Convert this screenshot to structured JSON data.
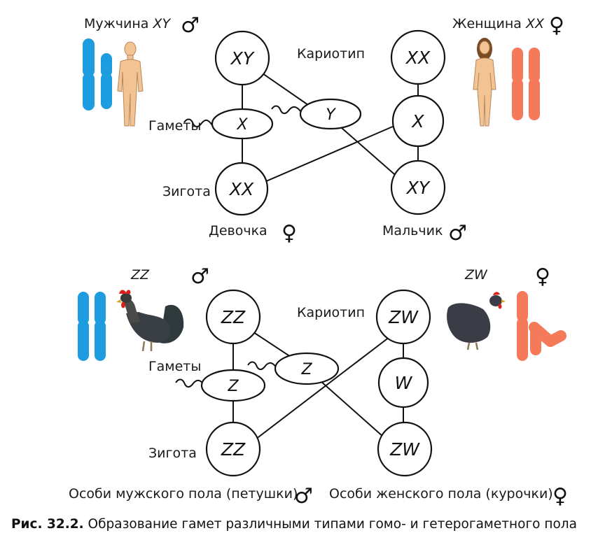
{
  "top": {
    "male_word": "Мужчина",
    "male_kar": "XY",
    "male_sym": "♂",
    "female_word": "Женщина",
    "female_kar": "XX",
    "female_sym": "♀",
    "karyotype_label": "Кариотип",
    "gametes_label": "Гаметы",
    "zygote_label": "Зигота",
    "node_male": "XY",
    "node_female": "XX",
    "gamete_male_x": "X",
    "gamete_male_y": "Y",
    "gamete_female_x": "X",
    "zygote_girl": "XX",
    "zygote_boy": "XY",
    "girl_label": "Девочка",
    "girl_sym": "♀",
    "boy_label": "Мальчик",
    "boy_sym": "♂",
    "colors": {
      "male_chromosome": "#1d9ce0",
      "female_chromosome": "#f47a5a"
    }
  },
  "bottom": {
    "male_kar": "ZZ",
    "male_sym": "♂",
    "female_kar": "ZW",
    "female_sym": "♀",
    "karyotype_label": "Кариотип",
    "gametes_label": "Гаметы",
    "zygote_label": "Зигота",
    "node_male": "ZZ",
    "node_female": "ZW",
    "gamete_male_1": "Z",
    "gamete_male_2": "Z",
    "gamete_female_w": "W",
    "zygote_male": "ZZ",
    "zygote_female": "ZW",
    "males_label": "Особи мужского пола (петушки)",
    "males_sym": "♂",
    "females_label": "Особи женского пола (курочки)",
    "females_sym": "♀"
  },
  "caption": {
    "prefix": "Рис. 32.2.",
    "text": "Образование гамет различными типами гомо- и гетерогаметного пола"
  }
}
